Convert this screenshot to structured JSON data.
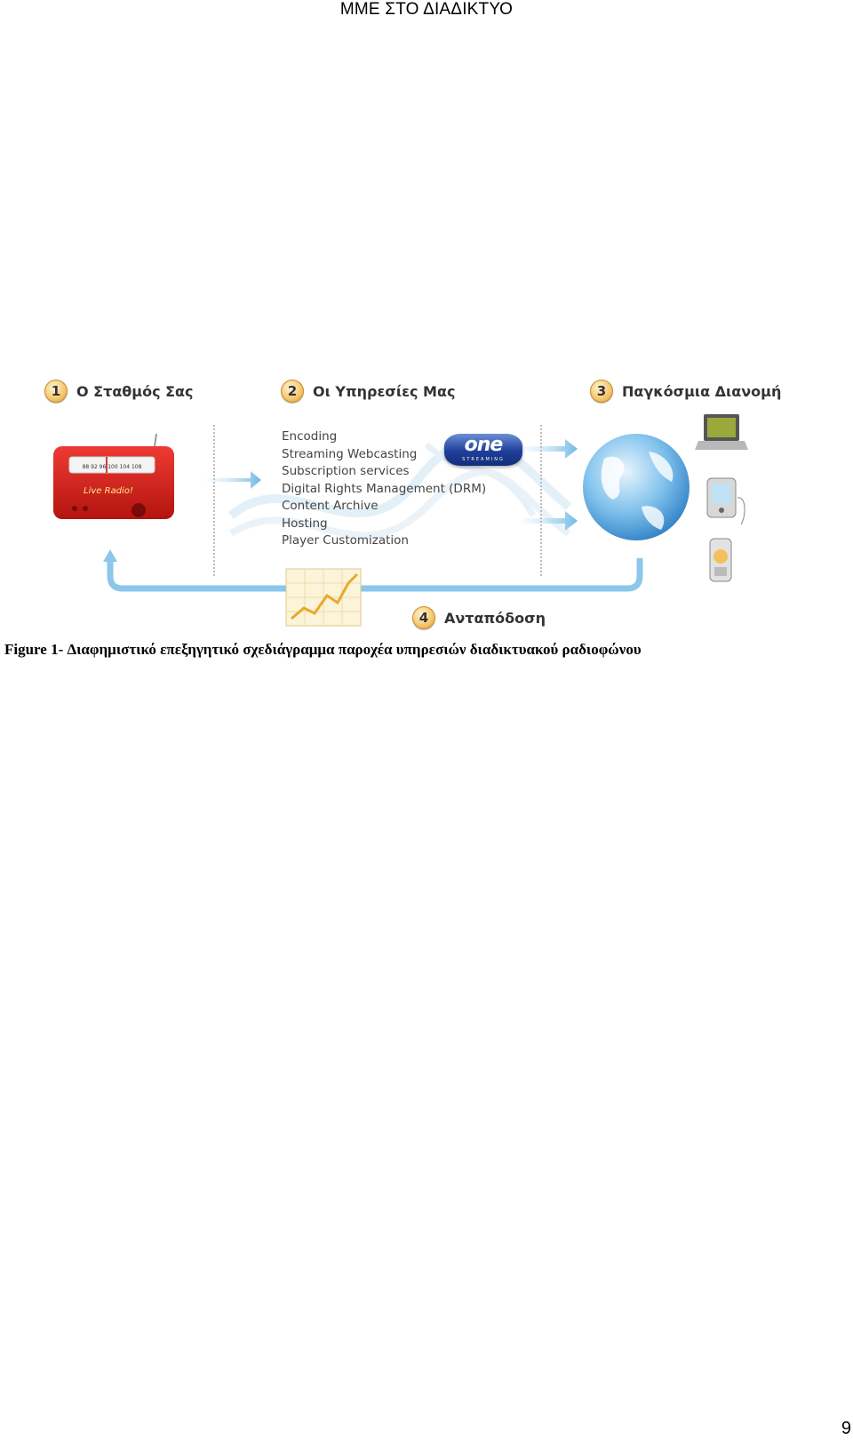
{
  "header": {
    "title": "ΜΜΕ ΣΤΟ ΔΙΑΔΙΚΤΥΟ"
  },
  "figure": {
    "steps": [
      {
        "number": "1",
        "label": "Ο Σταθμός Σας"
      },
      {
        "number": "2",
        "label": "Οι Υπηρεσίες Μας"
      },
      {
        "number": "3",
        "label": "Παγκόσμια Διανομή"
      },
      {
        "number": "4",
        "label": "Ανταπόδοση"
      }
    ],
    "radio": {
      "dial": "88 92 96 100 104 108",
      "brand": "Live Radio!"
    },
    "services": [
      "Encoding",
      "Streaming Webcasting",
      "Subscription services",
      "Digital Rights Management (DRM)",
      "Content Archive",
      "Hosting",
      "Player Customization"
    ],
    "logo": {
      "word": "one",
      "sub": "STREAMING"
    },
    "icons": [
      "radio-icon",
      "globe-icon",
      "laptop-icon",
      "pda-icon",
      "mobile-phone-icon",
      "growth-chart-icon"
    ]
  },
  "caption": "Figure 1- Διαφημιστικό επεξηγητικό σχεδιάγραμμα παροχέα υπηρεσιών διαδικτυακού ραδιοφώνου",
  "page_number": "9"
}
